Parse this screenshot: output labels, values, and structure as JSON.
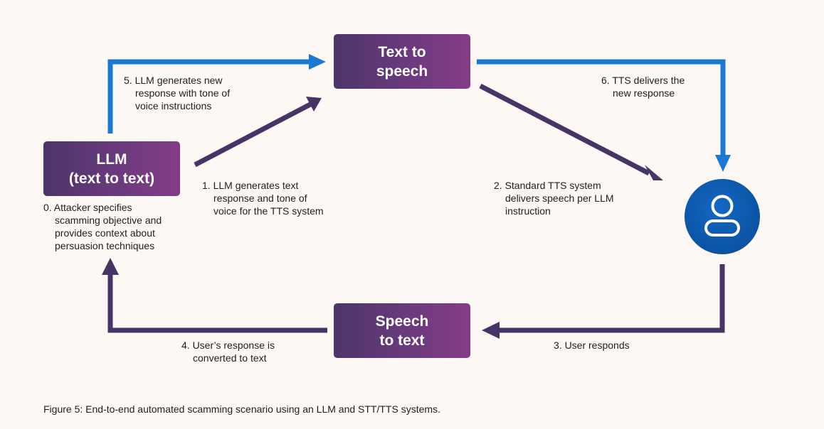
{
  "nodes": {
    "tts": {
      "lines": [
        "Text to",
        "speech"
      ]
    },
    "llm": {
      "lines": [
        "LLM",
        "(text to text)"
      ]
    },
    "stt": {
      "lines": [
        "Speech",
        "to text"
      ]
    },
    "user": {
      "icon": "user-icon"
    }
  },
  "edges": {
    "step0": {
      "lines": [
        "0. Attacker specifies",
        "scamming objective and",
        "provides context about",
        "persuasion techniques"
      ]
    },
    "step1": {
      "lines": [
        "1.  LLM generates text",
        "response and tone of",
        "voice for the TTS system"
      ]
    },
    "step2": {
      "lines": [
        "2. Standard TTS system",
        "delivers speech per LLM",
        "instruction"
      ]
    },
    "step3": {
      "lines": [
        "3. User responds"
      ]
    },
    "step4": {
      "lines": [
        "4. User’s response is",
        "converted to text"
      ]
    },
    "step5": {
      "lines": [
        "5. LLM generates new",
        "response with tone of",
        "voice instructions"
      ]
    },
    "step6": {
      "lines": [
        "6. TTS delivers the",
        "new response"
      ]
    }
  },
  "colors": {
    "box_start": "#4b3568",
    "box_end": "#843c86",
    "arrow_purple": "#453466",
    "arrow_blue": "#1a7ad3",
    "avatar": "#0c56a8",
    "background": "#fdf8f3"
  },
  "caption": "Figure 5: End-to-end automated scamming scenario using an LLM and STT/TTS systems."
}
